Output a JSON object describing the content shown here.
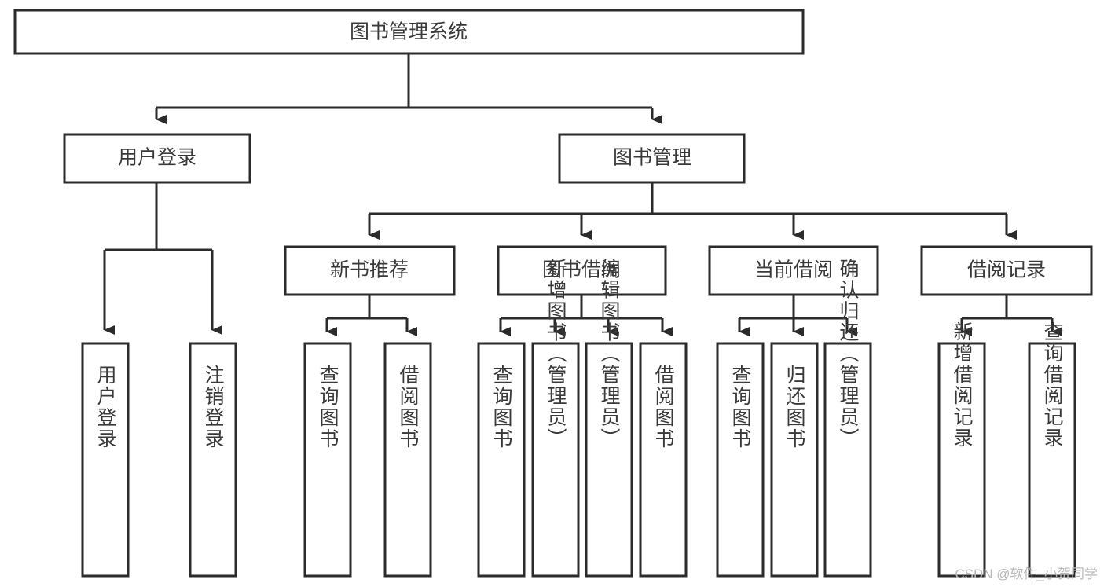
{
  "diagram": {
    "title": "图书管理系统",
    "type": "tree-hierarchy-diagram",
    "watermark": "CSDN @软件_小贺同学",
    "colors": {
      "stroke": "#2b2b2b",
      "box_fill": "#ffffff",
      "text": "#3a3a3a",
      "background": "#ffffff",
      "watermark": "#b9b9b9"
    },
    "levels": {
      "root": {
        "label": "图书管理系统"
      },
      "level2": [
        {
          "label": "用户登录"
        },
        {
          "label": "图书管理"
        }
      ],
      "level3": [
        {
          "label": "新书推荐"
        },
        {
          "label": "图书借阅"
        },
        {
          "label": "当前借阅"
        },
        {
          "label": "借阅记录"
        }
      ],
      "leaves": [
        {
          "label": "用户登录",
          "parent": "用户登录"
        },
        {
          "label": "注销登录",
          "parent": "用户登录"
        },
        {
          "label": "查询图书",
          "parent": "新书推荐"
        },
        {
          "label": "借阅图书",
          "parent": "新书推荐"
        },
        {
          "label": "查询图书",
          "parent": "图书借阅"
        },
        {
          "label": "新增图书（管理员）",
          "parent": "图书借阅"
        },
        {
          "label": "编辑图书（管理员）",
          "parent": "图书借阅"
        },
        {
          "label": "借阅图书",
          "parent": "图书借阅"
        },
        {
          "label": "查询图书",
          "parent": "当前借阅"
        },
        {
          "label": "归还图书",
          "parent": "当前借阅"
        },
        {
          "label": "确认归还（管理员）",
          "parent": "当前借阅"
        },
        {
          "label": "新增借阅记录",
          "parent": "借阅记录"
        },
        {
          "label": "查询借阅记录",
          "parent": "借阅记录"
        }
      ]
    }
  }
}
